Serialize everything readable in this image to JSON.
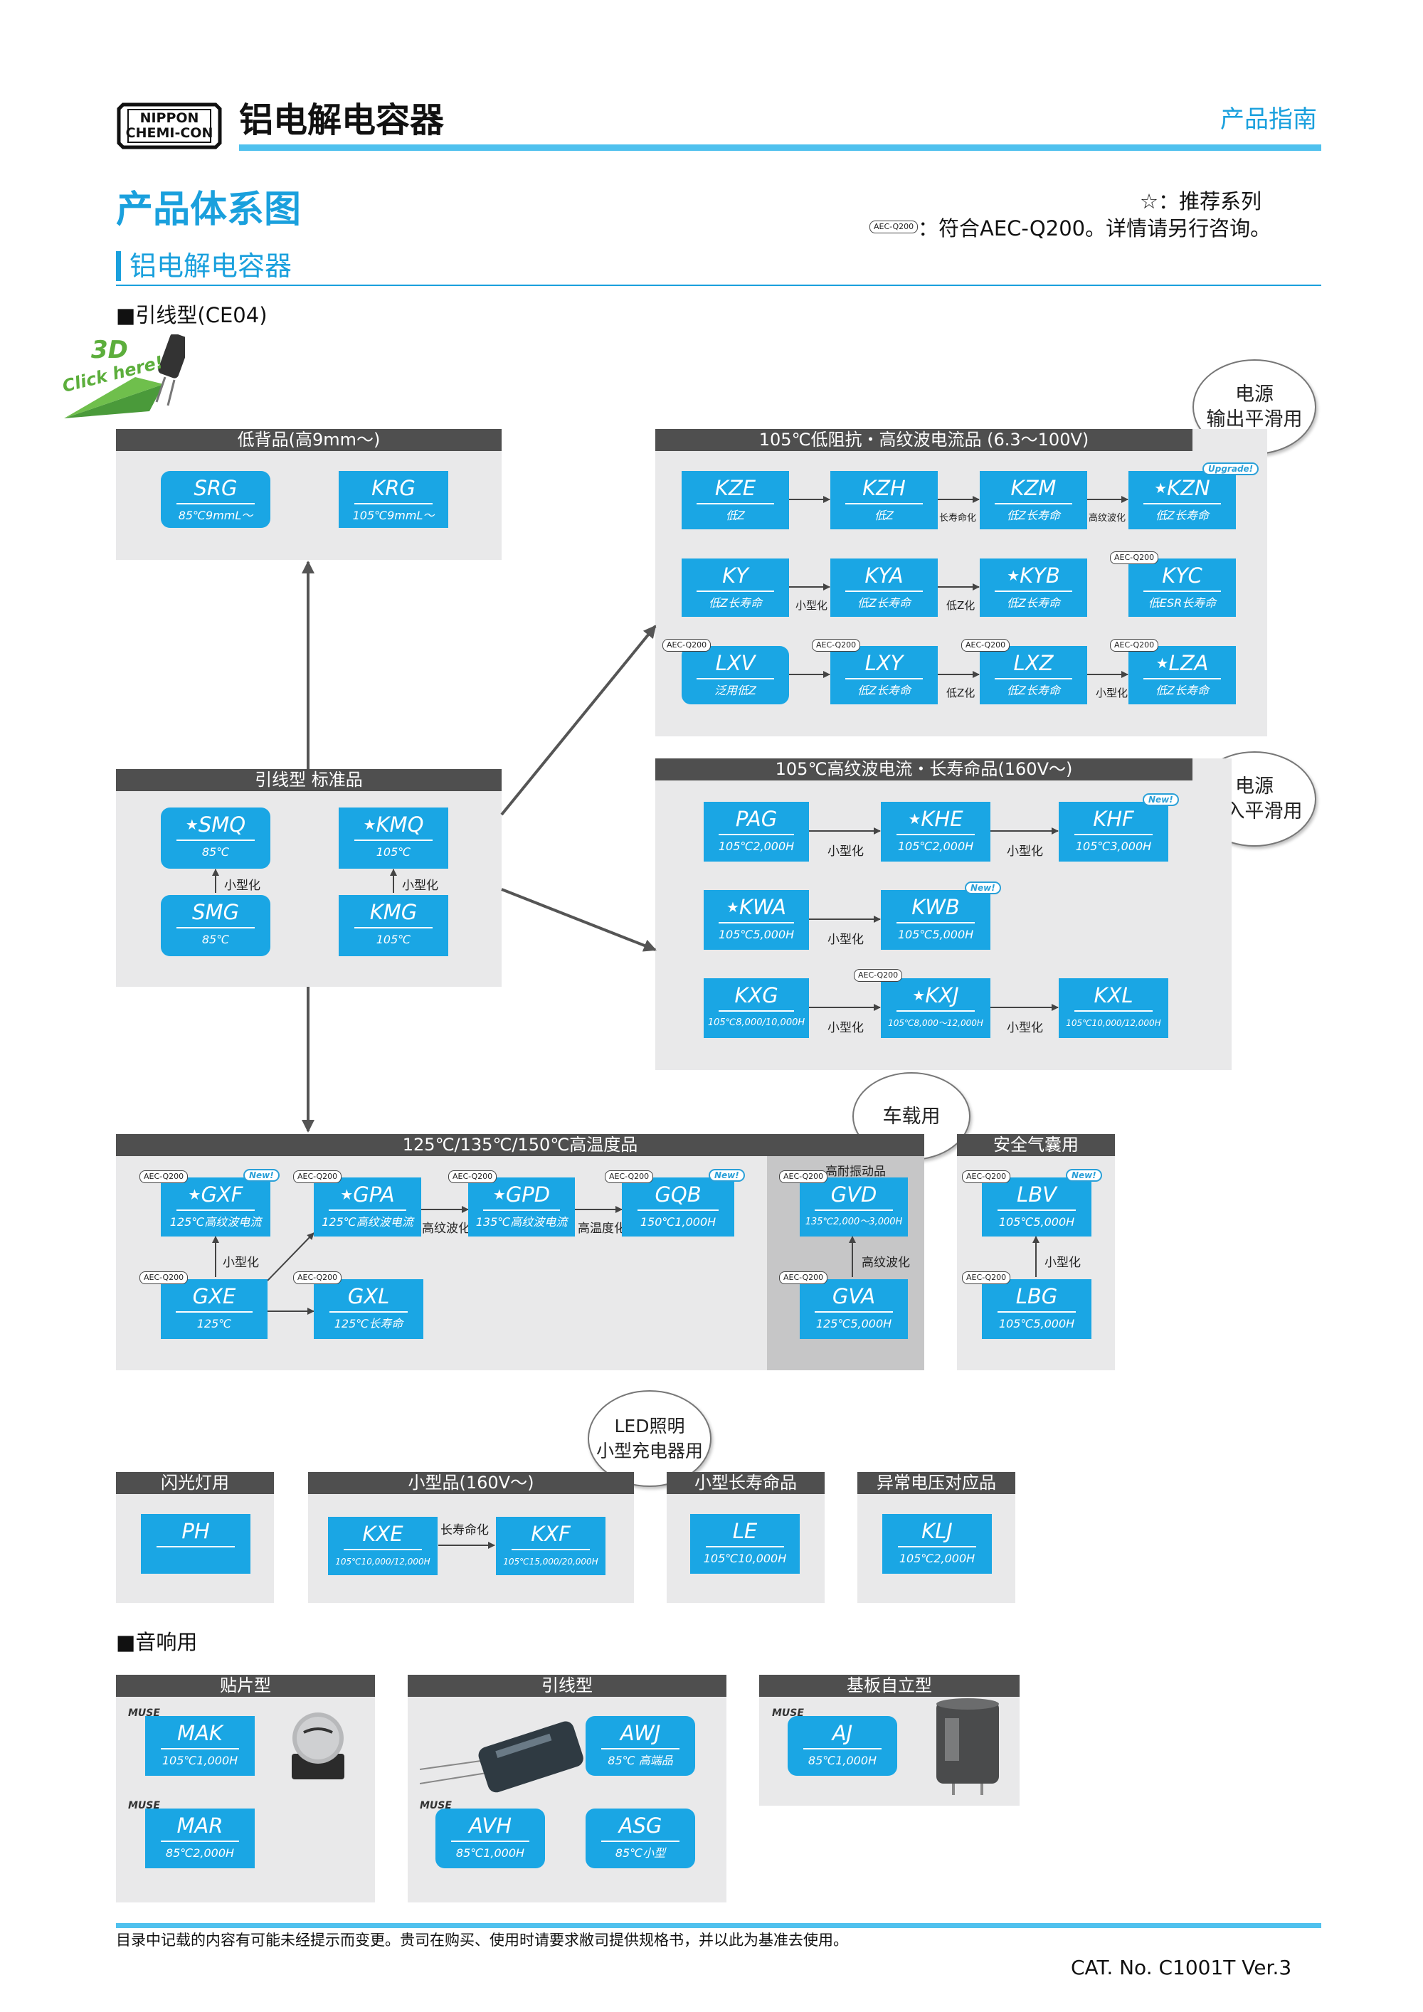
{
  "brand": {
    "line1": "NIPPON",
    "line2": "CHEMI-CON"
  },
  "header": {
    "title": "铝电解电容器",
    "guide": "产品指南"
  },
  "page_title": "产品体系图",
  "legend": {
    "recommended": "☆：推荐系列",
    "aec_tag": "AEC-Q200",
    "aec_text": "：符合AEC-Q200。详情请另行咨询。"
  },
  "section_title": "铝电解电容器",
  "lead_section": "■引线型(CE04)",
  "click3d": {
    "big": "3D",
    "small": "Click here!"
  },
  "star": "★",
  "aec": "AEC-Q200",
  "new": "New!",
  "upgrade": "Upgrade!",
  "bubbles": {
    "output": "电源\n输出平滑用",
    "input": "电源\n输入平滑用",
    "auto": "车载用",
    "led": "LED照明\n小型充电器用"
  },
  "panels": {
    "low_profile": "低背品(高9mm～)",
    "low_z": "105℃低阻抗・高纹波电流品 (6.3～100V)",
    "standard": "引线型 标准品",
    "ripple": "105℃高纹波电流・长寿命品(160V～)",
    "hightemp": "125℃/135℃/150℃高温度品",
    "airbag": "安全气囊用",
    "flash": "闪光灯用",
    "small": "小型品(160V～)",
    "small_long": "小型长寿命品",
    "abnormal": "异常电压对应品",
    "smd": "贴片型",
    "lead_audio": "引线型",
    "snapin": "基板自立型"
  },
  "series": {
    "SRG": {
      "name": "SRG",
      "sub": "85℃9mmL～"
    },
    "KRG": {
      "name": "KRG",
      "sub": "105℃9mmL～"
    },
    "KZE": {
      "name": "KZE",
      "sub": "低Z"
    },
    "KZH": {
      "name": "KZH",
      "sub": "低Z"
    },
    "KZM": {
      "name": "KZM",
      "sub": "低Z长寿命"
    },
    "KZN": {
      "name": "KZN",
      "sub": "低Z长寿命"
    },
    "KY": {
      "name": "KY",
      "sub": "低Z长寿命"
    },
    "KYA": {
      "name": "KYA",
      "sub": "低Z长寿命"
    },
    "KYB": {
      "name": "KYB",
      "sub": "低Z长寿命"
    },
    "KYC": {
      "name": "KYC",
      "sub": "低ESR长寿命"
    },
    "LXV": {
      "name": "LXV",
      "sub": "泛用低Z"
    },
    "LXY": {
      "name": "LXY",
      "sub": "低Z长寿命"
    },
    "LXZ": {
      "name": "LXZ",
      "sub": "低Z长寿命"
    },
    "LZA": {
      "name": "LZA",
      "sub": "低Z长寿命"
    },
    "SMQ": {
      "name": "SMQ",
      "sub": "85℃"
    },
    "KMQ": {
      "name": "KMQ",
      "sub": "105℃"
    },
    "SMG": {
      "name": "SMG",
      "sub": "85℃"
    },
    "KMG": {
      "name": "KMG",
      "sub": "105℃"
    },
    "PAG": {
      "name": "PAG",
      "sub": "105℃2,000H"
    },
    "KHE": {
      "name": "KHE",
      "sub": "105℃2,000H"
    },
    "KHF": {
      "name": "KHF",
      "sub": "105℃3,000H"
    },
    "KWA": {
      "name": "KWA",
      "sub": "105℃5,000H"
    },
    "KWB": {
      "name": "KWB",
      "sub": "105℃5,000H"
    },
    "KXG": {
      "name": "KXG",
      "sub": "105℃8,000/10,000H"
    },
    "KXJ": {
      "name": "KXJ",
      "sub": "105℃8,000～12,000H"
    },
    "KXL": {
      "name": "KXL",
      "sub": "105℃10,000/12,000H"
    },
    "GXF": {
      "name": "GXF",
      "sub": "125℃高纹波电流"
    },
    "GPA": {
      "name": "GPA",
      "sub": "125℃高纹波电流"
    },
    "GPD": {
      "name": "GPD",
      "sub": "135℃高纹波电流"
    },
    "GQB": {
      "name": "GQB",
      "sub": "150℃1,000H"
    },
    "GXE": {
      "name": "GXE",
      "sub": "125℃"
    },
    "GXL": {
      "name": "GXL",
      "sub": "125℃长寿命"
    },
    "GVD": {
      "name": "GVD",
      "sub": "135℃2,000～3,000H"
    },
    "GVA": {
      "name": "GVA",
      "sub": "125℃5,000H"
    },
    "LBV": {
      "name": "LBV",
      "sub": "105℃5,000H"
    },
    "LBG": {
      "name": "LBG",
      "sub": "105℃5,000H"
    },
    "PH": {
      "name": "PH",
      "sub": ""
    },
    "KXE": {
      "name": "KXE",
      "sub": "105℃10,000/12,000H"
    },
    "KXF": {
      "name": "KXF",
      "sub": "105℃15,000/20,000H"
    },
    "LE": {
      "name": "LE",
      "sub": "105℃10,000H"
    },
    "KLJ": {
      "name": "KLJ",
      "sub": "105℃2,000H"
    },
    "MAK": {
      "name": "MAK",
      "sub": "105℃1,000H"
    },
    "MAR": {
      "name": "MAR",
      "sub": "85℃2,000H"
    },
    "AWJ": {
      "name": "AWJ",
      "sub": "85℃ 高端品"
    },
    "AVH": {
      "name": "AVH",
      "sub": "85℃1,000H"
    },
    "ASG": {
      "name": "ASG",
      "sub": "85℃小型"
    },
    "AJ": {
      "name": "AJ",
      "sub": "85℃1,000H"
    }
  },
  "labels": {
    "longlife": "长寿命化",
    "hiripple": "高纹波化",
    "mini": "小型化",
    "lowz": "低Z化",
    "hitemp": "高温度化",
    "vib": "高耐振动品"
  },
  "audio_section": "■音响用",
  "mfg_logo": "MUSE",
  "footer": {
    "note": "目录中记载的内容有可能未经提示而变更。贵司在购买、使用时请要求敝司提供规格书，并以此为基准去使用。",
    "catno": "CAT. No. C1001T Ver.3"
  }
}
